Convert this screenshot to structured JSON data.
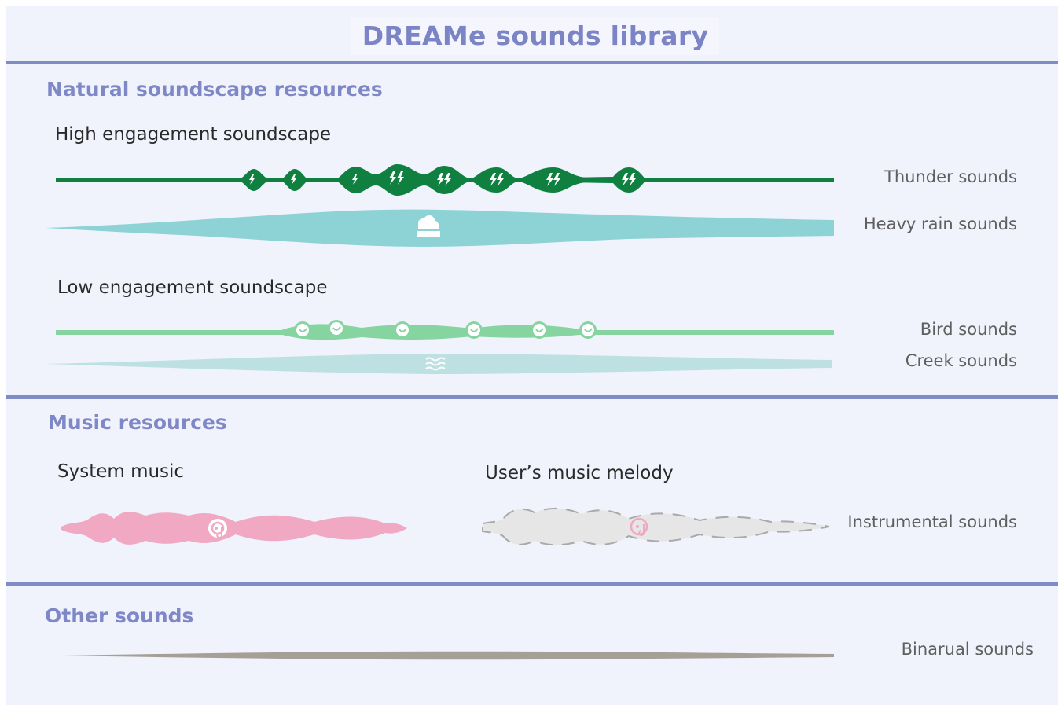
{
  "title": "DREAMe sounds library",
  "sections": {
    "natural": {
      "heading": "Natural soundscape resources",
      "high_title": "High engagement soundscape",
      "low_title": "Low engagement soundscape",
      "thunder_label": "Thunder sounds",
      "rain_label": "Heavy rain sounds",
      "bird_label": "Bird sounds",
      "creek_label": "Creek sounds"
    },
    "music": {
      "heading": "Music resources",
      "system_title": "System music",
      "user_title": "User’s music melody",
      "instrumental_label": "Instrumental sounds"
    },
    "other": {
      "heading": "Other sounds",
      "binaural_label": "Binarual sounds"
    }
  },
  "icons": {
    "thunder": "lightning-icon",
    "rain": "rain-cloud-icon",
    "bird": "bird-icon",
    "creek": "water-waves-icon",
    "music": "music-disc-icon"
  },
  "colors": {
    "accent": "#7f88c6",
    "thunder": "#0f8040",
    "rain": "#8dd3d6",
    "bird": "#86d4a0",
    "creek": "#bde1e2",
    "system_music": "#f1a8c2",
    "user_music": "#e6e6e6",
    "binaural": "#a59f96"
  }
}
